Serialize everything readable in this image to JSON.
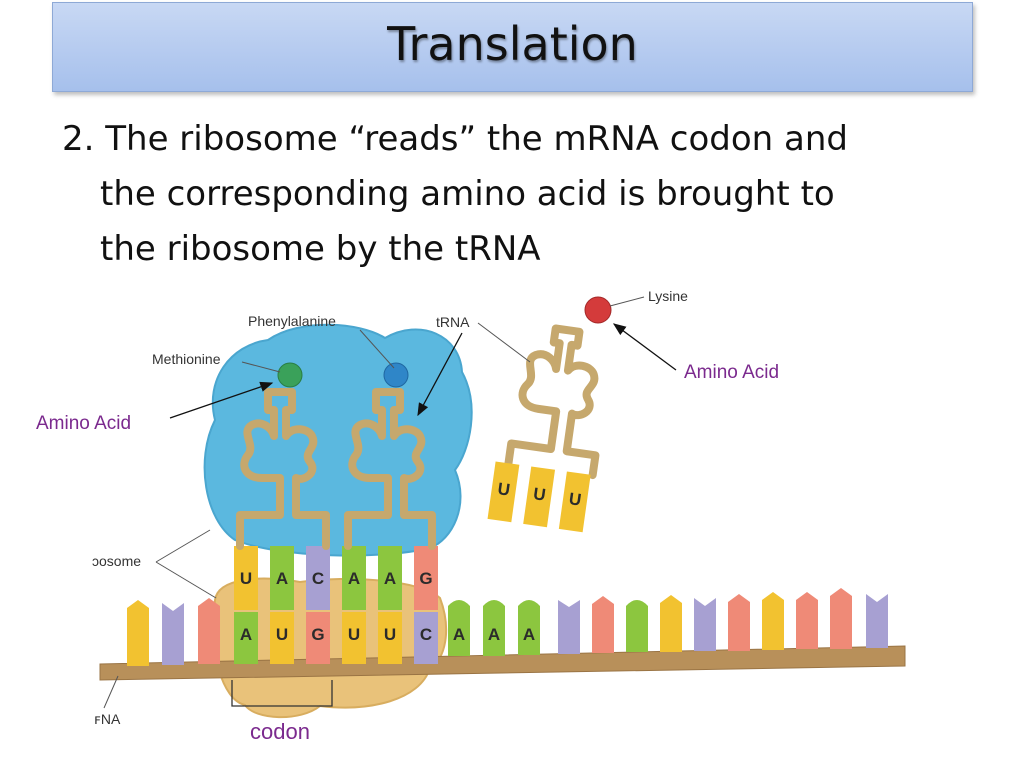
{
  "slide": {
    "title": "Translation",
    "body_lines": [
      "2.  The ribosome “reads” the mRNA codon and",
      "the corresponding amino acid is brought to",
      "the ribosome by the tRNA"
    ]
  },
  "figure": {
    "labels": {
      "phenylalanine": "Phenylalanine",
      "methionine": "Methionine",
      "trna_top": "tRNA",
      "lysine": "Lysine",
      "ribosome": "ɔosome",
      "trna_bottom": "ꜰNA"
    },
    "callouts": {
      "amino_acid_left": "Amino Acid",
      "amino_acid_right": "Amino Acid",
      "codon": "codon"
    },
    "anticodon_1": [
      "U",
      "A",
      "C"
    ],
    "anticodon_2": [
      "A",
      "A",
      "G"
    ],
    "anticodon_free": [
      "U",
      "U",
      "U"
    ],
    "mrna_codons": [
      "A",
      "U",
      "G",
      "U",
      "U",
      "C",
      "A",
      "A",
      "A"
    ],
    "colors": {
      "ribosome_large": "#5bb8df",
      "ribosome_small": "#e9c27a",
      "trna": "#c6a86d",
      "methionine": "#3aa15a",
      "phenylalanine": "#2f86c8",
      "lysine": "#d43b3b",
      "base_A": "#8cc63f",
      "base_U": "#f2c230",
      "base_G": "#ef8a77",
      "base_C": "#a7a0d2",
      "mrna_backbone": "#b8905a",
      "callout_text": "#7b2a8e"
    }
  }
}
